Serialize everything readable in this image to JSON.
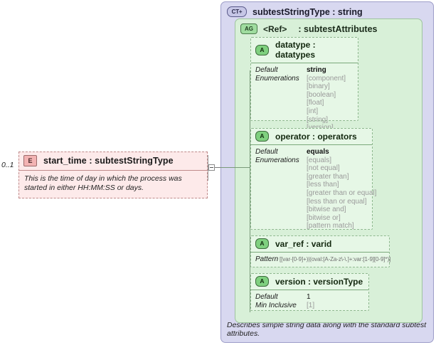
{
  "diagram": {
    "cardinality": "0..1",
    "element": {
      "badge": "E",
      "title": "start_time : subtestStringType",
      "annotation": "This is the time of day in which the process was started in either HH:MM:SS or days."
    },
    "type": {
      "badge": "CT+",
      "title": "subtestStringType : string",
      "footer": "Describes simple string data along with the standard subtest attributes."
    },
    "attribute_group": {
      "badge": "AG",
      "ref": "<Ref>",
      "title": ": subtestAttributes"
    },
    "attributes": [
      {
        "badge": "A",
        "title": "datatype : datatypes",
        "facets": [
          {
            "label": "Default",
            "value": "string",
            "style": "default"
          },
          {
            "label": "Enumerations",
            "value": "[component]",
            "style": "enum"
          }
        ],
        "extra_enums": [
          "[binary]",
          "[boolean]",
          "[float]",
          "[int]",
          "[string]",
          "[version]"
        ]
      },
      {
        "badge": "A",
        "title": "operator : operators",
        "facets": [
          {
            "label": "Default",
            "value": "equals",
            "style": "default"
          },
          {
            "label": "Enumerations",
            "value": "[equals]",
            "style": "enum"
          }
        ],
        "extra_enums": [
          "[not equal]",
          "[greater than]",
          "[less than]",
          "[greater than or equal]",
          "[less than or equal]",
          "[bitwise and]",
          "[bitwise or]",
          "[pattern match]"
        ]
      },
      {
        "badge": "A",
        "title": "var_ref  : varid",
        "facets": [
          {
            "label": "Pattern",
            "value": "[[var-[0-9]+)|(oval:[A-Za-z\\-\\.]+:var:[1-9][0-9]*)]",
            "style": "pattern"
          }
        ],
        "extra_enums": []
      },
      {
        "badge": "A",
        "title": "version  : versionType",
        "facets": [
          {
            "label": "Default",
            "value": "1",
            "style": "plain"
          },
          {
            "label": "Min Inclusive",
            "value": "[1]",
            "style": "enum"
          }
        ],
        "extra_enums": []
      }
    ],
    "colors": {
      "element_fill": "#fdeaea",
      "element_border": "#c08a8a",
      "type_fill": "#d8d8f0",
      "group_fill": "#d8f0d8",
      "attr_fill": "#e6f7e6"
    }
  }
}
